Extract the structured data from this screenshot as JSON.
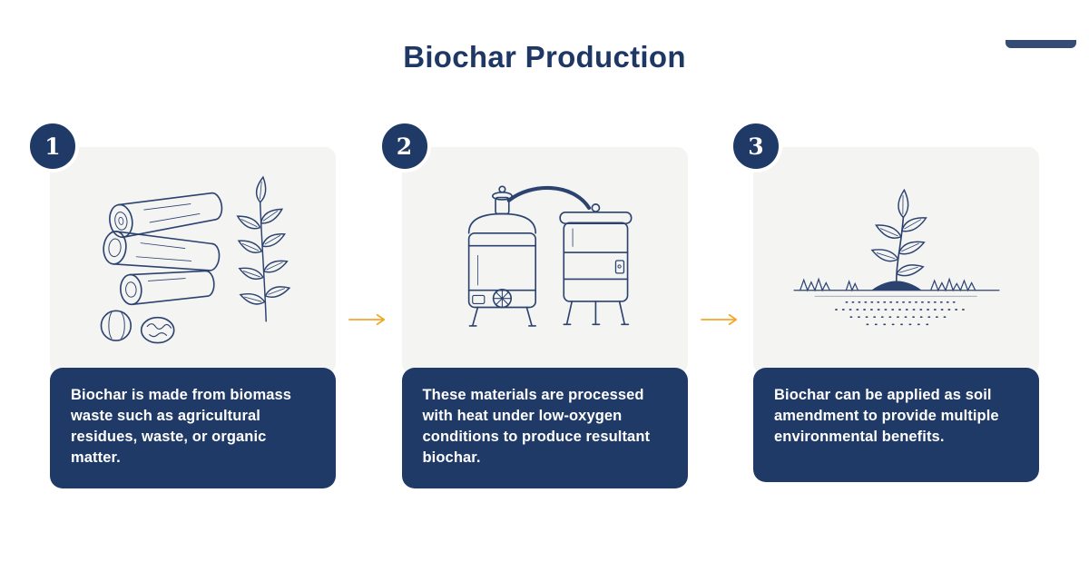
{
  "title": "Biochar Production",
  "colors": {
    "navy": "#1F3A66",
    "sketch_navy": "#2C4370",
    "accent_orange": "#F6A62B",
    "panel_gray": "#F4F4F2",
    "background": "#FFFFFF"
  },
  "icons": {
    "arrow": "right-arrow-icon",
    "step_illustrations": [
      "biomass-logs-nuts-leaves-illustration",
      "pyrolysis-kiln-illustration",
      "seedling-in-soil-illustration"
    ]
  },
  "steps": [
    {
      "number": "1",
      "caption": "Biochar is made from biomass waste such as agricultural residues, waste, or organic matter."
    },
    {
      "number": "2",
      "caption": "These materials are processed with heat under low-oxygen conditions to produce resultant biochar."
    },
    {
      "number": "3",
      "caption": "Biochar can be applied as soil amendment to provide multiple environmental benefits."
    }
  ]
}
